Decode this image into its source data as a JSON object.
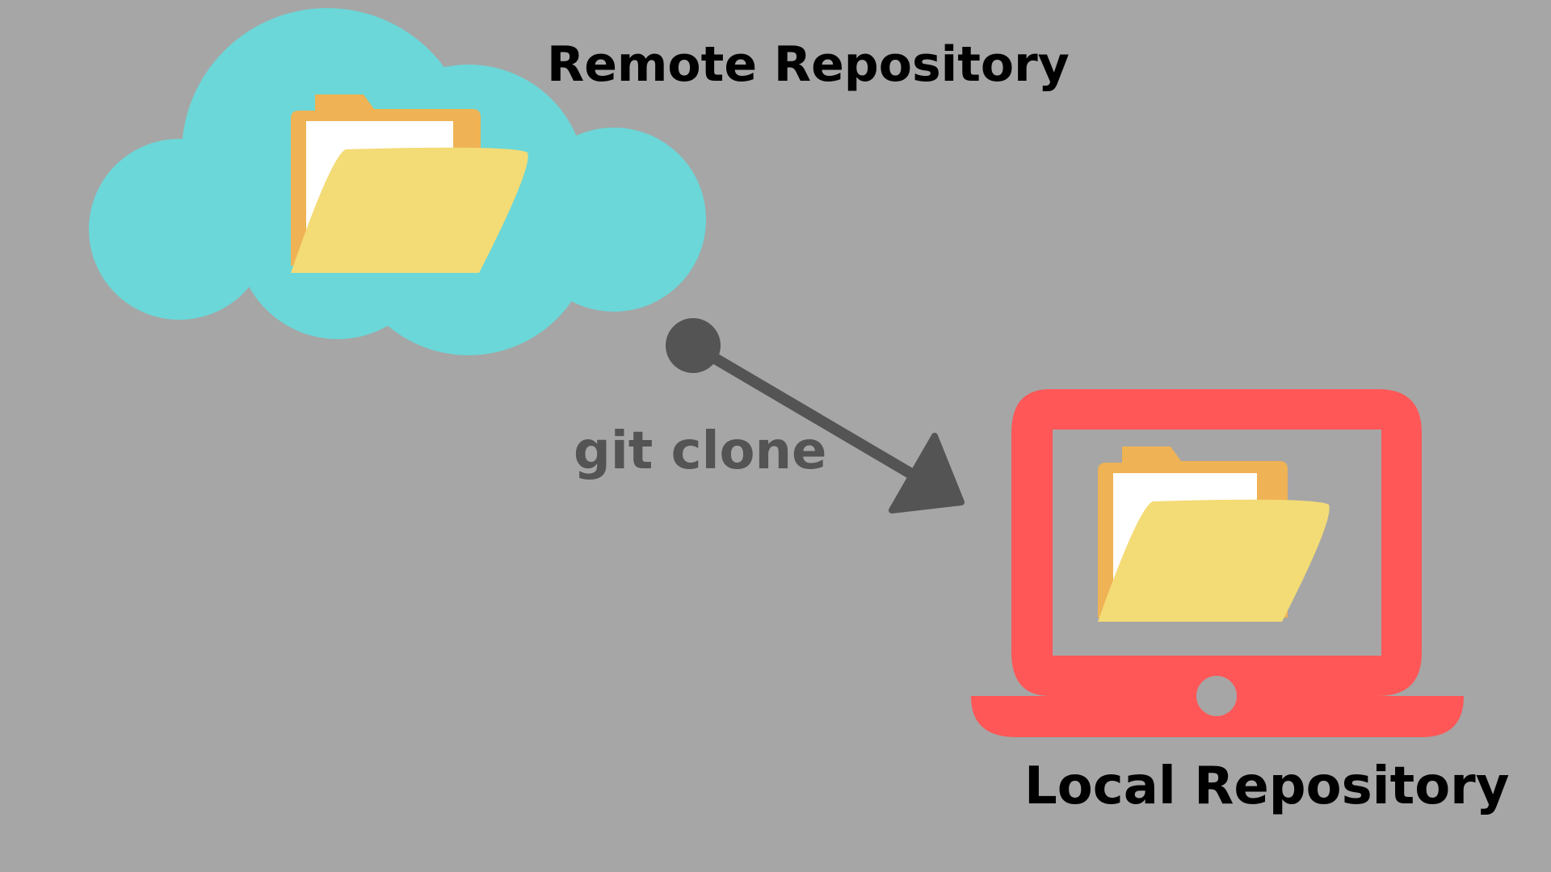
{
  "colors": {
    "background": "#a6a6a6",
    "cloud": "#6bd7d8",
    "laptop": "#ff5757",
    "folder_back": "#efb254",
    "folder_front": "#f3db76",
    "paper": "#ffffff",
    "arrow": "#545454",
    "label_dark": "#000000",
    "label_arrow": "#545454"
  },
  "remote": {
    "label": "Remote Repository"
  },
  "local": {
    "label": "Local Repository"
  },
  "arrow": {
    "label": "git clone"
  }
}
